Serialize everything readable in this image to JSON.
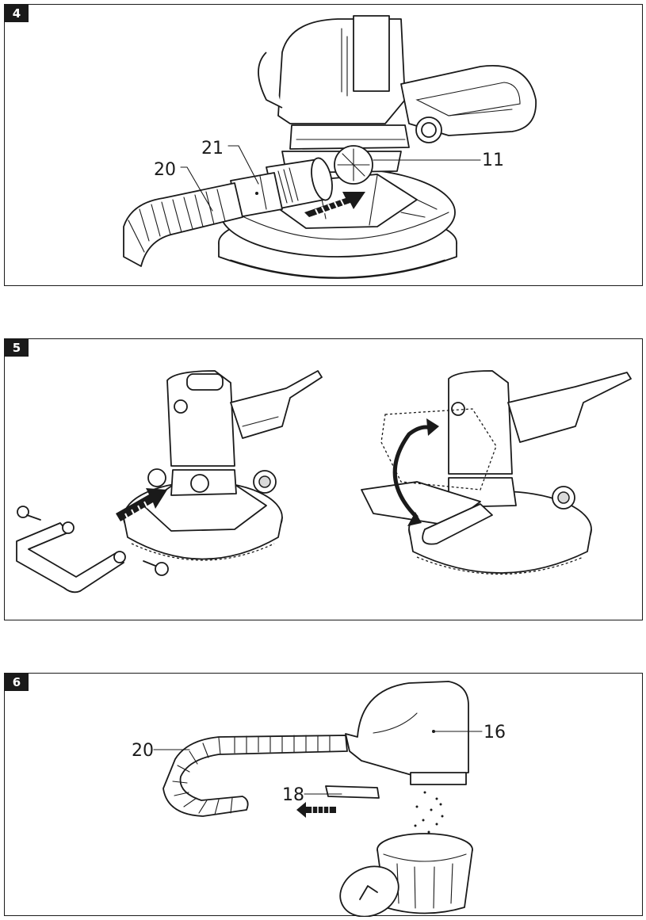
{
  "figures": [
    {
      "number": "4",
      "callouts": {
        "c20": "20",
        "c21": "21",
        "c11": "11"
      }
    },
    {
      "number": "5"
    },
    {
      "number": "6",
      "callouts": {
        "c20": "20",
        "c16": "16",
        "c18": "18"
      }
    }
  ],
  "icons": [
    "arrow-push-icon",
    "rotate-arrow-icon",
    "hose-icon",
    "dust-bag-icon",
    "bin-icon"
  ]
}
